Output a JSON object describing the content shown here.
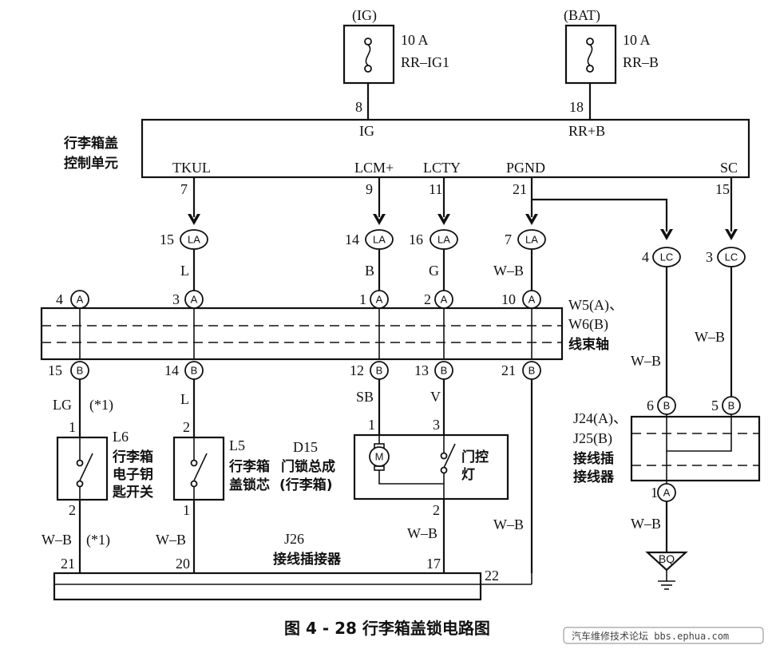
{
  "fuses": [
    {
      "source": "(IG)",
      "rating": "10 A",
      "name": "RR–IG1",
      "pin": "8"
    },
    {
      "source": "(BAT)",
      "rating": "10 A",
      "name": "RR–B",
      "pin": "18"
    }
  ],
  "ecu": {
    "title_l1": "行李箱盖",
    "title_l2": "控制单元",
    "top_pins": [
      "IG",
      "RR+B"
    ],
    "bottom_pins": [
      "TKUL",
      "LCM+",
      "LCTY",
      "PGND",
      "SC"
    ],
    "bottom_pin_numbers": [
      "7",
      "9",
      "11",
      "21",
      "15"
    ]
  },
  "la_connectors": [
    {
      "num": "15",
      "code": "LA",
      "wire": "L"
    },
    {
      "num": "14",
      "code": "LA",
      "wire": "B"
    },
    {
      "num": "16",
      "code": "LA",
      "wire": "G"
    },
    {
      "num": "7",
      "code": "LA",
      "wire": "W–B"
    }
  ],
  "lc_connectors": [
    {
      "num": "4",
      "code": "LC",
      "wire": "W–B"
    },
    {
      "num": "3",
      "code": "LC",
      "wire": "W–B"
    }
  ],
  "harness": {
    "label_l1": "W5(A)、",
    "label_l2": "W6(B)",
    "label_l3": "线束轴",
    "a_pins": [
      {
        "num": "4",
        "code": "A"
      },
      {
        "num": "3",
        "code": "A"
      },
      {
        "num": "1",
        "code": "A"
      },
      {
        "num": "2",
        "code": "A"
      },
      {
        "num": "10",
        "code": "A"
      }
    ],
    "b_pins": [
      {
        "num": "15",
        "code": "B"
      },
      {
        "num": "14",
        "code": "B"
      },
      {
        "num": "12",
        "code": "B"
      },
      {
        "num": "13",
        "code": "B"
      },
      {
        "num": "21",
        "code": "B"
      }
    ],
    "b_wires": [
      "LG",
      "L",
      "SB",
      "V",
      "W–B"
    ],
    "note": "(*1)"
  },
  "components": {
    "l6": {
      "id": "L6",
      "l1": "行李箱",
      "l2": "电子钥",
      "l3": "匙开关",
      "pin_top": "1",
      "pin_bottom": "2"
    },
    "l5": {
      "id": "L5",
      "l1": "行李箱",
      "l2": "盖锁芯",
      "pin_top": "2",
      "pin_bottom": "1"
    },
    "d15": {
      "id": "D15",
      "l1": "门锁总成",
      "l2": "(行李箱)",
      "motor": "M",
      "lamp_l1": "门控",
      "lamp_l2": "灯",
      "pin_motor": "1",
      "pin_lamp": "3",
      "pin_bottom": "2"
    }
  },
  "j24": {
    "label_l1": "J24(A)、",
    "label_l2": "J25(B)",
    "label_l3": "接线插",
    "label_l4": "接线器",
    "b_pins": [
      {
        "num": "6",
        "code": "B"
      },
      {
        "num": "5",
        "code": "B"
      }
    ],
    "a_pin": {
      "num": "1",
      "code": "A"
    },
    "out_wire": "W–B",
    "ground": "BQ"
  },
  "j26": {
    "label_l1": "J26",
    "label_l2": "接线插接器",
    "wires": [
      "W–B",
      "W–B",
      "W–B",
      "W–B"
    ],
    "pins": [
      "21",
      "20",
      "17",
      "22"
    ],
    "note": "(*1)"
  },
  "caption": "图 4 - 28    行李箱盖锁电路图",
  "watermark": "汽车维修技术论坛 bbs.ephua.com"
}
